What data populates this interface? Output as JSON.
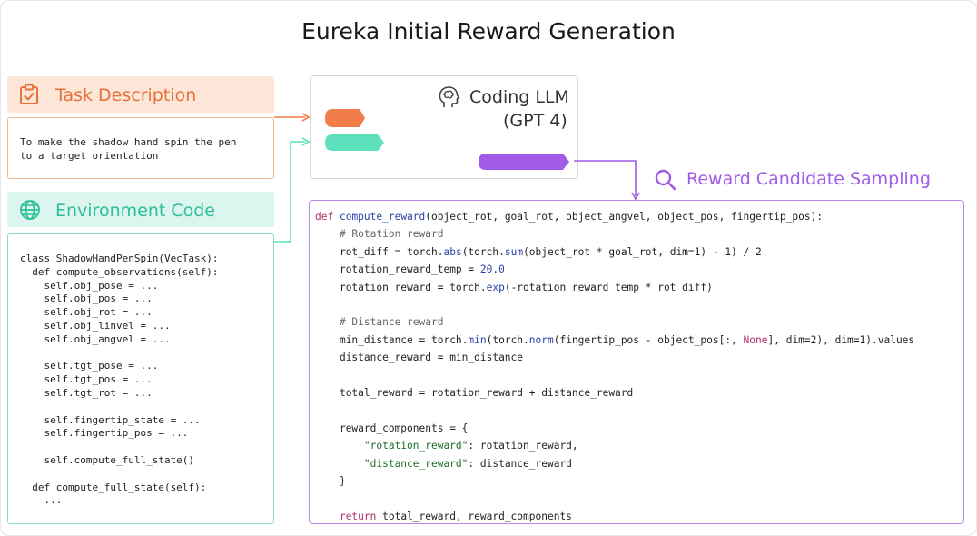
{
  "title": "Eureka Initial Reward Generation",
  "task": {
    "header": "Task Description",
    "icon": "clipboard-check-icon",
    "color": "#e8713c",
    "lines": [
      "To make the shadow hand spin the pen",
      "to a target orientation"
    ]
  },
  "environment": {
    "header": "Environment Code",
    "icon": "globe-icon",
    "color": "#2ebf96",
    "code": [
      "class ShadowHandPenSpin(VecTask):",
      "  def compute_observations(self):",
      "    self.obj_pose = ...",
      "    self.obj_pos = ...",
      "    self.obj_rot = ...",
      "    self.obj_linvel = ...",
      "    self.obj_angvel = ...",
      "",
      "    self.tgt_pose = ...",
      "    self.tgt_pos = ...",
      "    self.tgt_rot = ...",
      "",
      "    self.fingertip_state = ...",
      "    self.fingertip_pos = ...",
      "",
      "    self.compute_full_state()",
      "",
      "  def compute_full_state(self):",
      "    ..."
    ]
  },
  "llm": {
    "name": "Coding LLM",
    "model": "(GPT 4)",
    "icon": "brain-head-icon"
  },
  "sampling": {
    "label": "Reward Candidate Sampling",
    "icon": "search-icon",
    "color": "#a15be6"
  },
  "reward_code": {
    "sig_def": "def",
    "sig_name": "compute_reward",
    "sig_args": "(object_rot, goal_rot, object_angvel, object_pos, fingertip_pos):",
    "comment_rotation": "# Rotation reward",
    "rot_diff_a": "rot_diff = torch.",
    "rot_diff_abs": "abs",
    "rot_diff_b": "(torch.",
    "rot_diff_sum": "sum",
    "rot_diff_c": "(object_rot * goal_rot, dim=1) - 1) / 2",
    "rot_temp_a": "rotation_reward_temp = ",
    "rot_temp_val": "20.0",
    "rot_reward_a": "rotation_reward = torch.",
    "rot_reward_exp": "exp",
    "rot_reward_b": "(-rotation_reward_temp * rot_diff)",
    "comment_distance": "# Distance reward",
    "min_a": "min_distance = torch.",
    "min_fn": "min",
    "min_b": "(torch.",
    "min_norm": "norm",
    "min_c": "(fingertip_pos - object_pos[:, ",
    "min_none": "None",
    "min_d": "], dim=2), dim=1).values",
    "dist_reward": "distance_reward = min_distance",
    "total_reward": "total_reward = rotation_reward + distance_reward",
    "comp_open": "reward_components = {",
    "comp_rot_key": "\"rotation_reward\"",
    "comp_rot_val": ": rotation_reward,",
    "comp_dist_key": "\"distance_reward\"",
    "comp_dist_val": ": distance_reward",
    "comp_close": "}",
    "ret_kw": "return",
    "ret_val": " total_reward, reward_components"
  }
}
